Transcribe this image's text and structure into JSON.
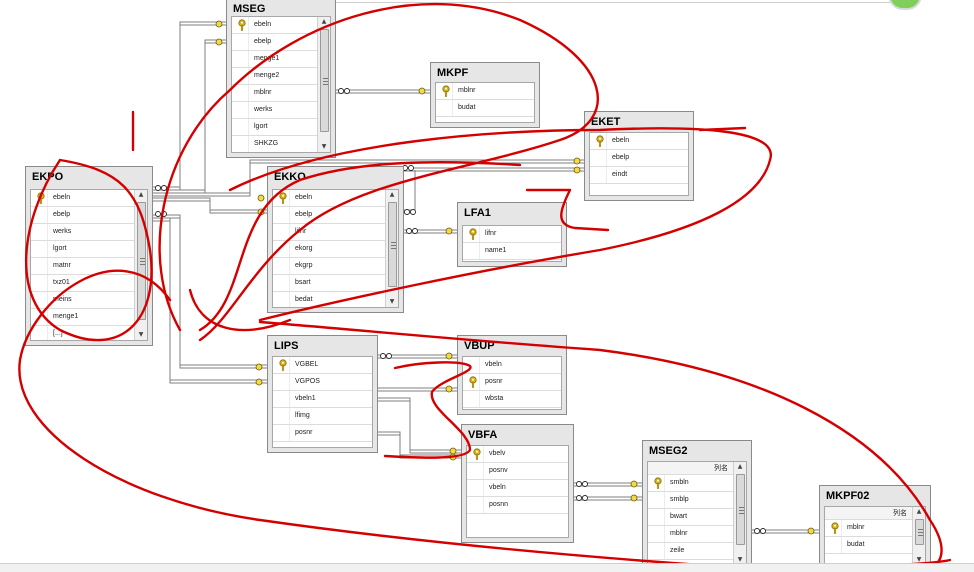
{
  "diagram": {
    "tables": [
      {
        "id": "MSEG",
        "name": "MSEG",
        "fields": [
          "ebeln",
          "ebelp",
          "menge1",
          "menge2",
          "mblnr",
          "werks",
          "lgort",
          "SHKZG"
        ],
        "keys": [
          0
        ],
        "scroll": true
      },
      {
        "id": "MKPF",
        "name": "MKPF",
        "fields": [
          "mblnr",
          "budat"
        ],
        "keys": [
          0
        ],
        "scroll": false
      },
      {
        "id": "EKET",
        "name": "EKET",
        "fields": [
          "ebeln",
          "ebelp",
          "eindt"
        ],
        "keys": [
          0
        ],
        "scroll": false
      },
      {
        "id": "EKPO",
        "name": "EKPO",
        "fields": [
          "ebeln",
          "ebelp",
          "werks",
          "lgort",
          "matnr",
          "txz01",
          "meins",
          "menge1",
          "[...]"
        ],
        "keys": [
          0
        ],
        "scroll": true
      },
      {
        "id": "EKKO",
        "name": "EKKO",
        "fields": [
          "ebeln",
          "ebelp",
          "lifnr",
          "ekorg",
          "ekgrp",
          "bsart",
          "bedat"
        ],
        "keys": [
          0
        ],
        "scroll": true
      },
      {
        "id": "LFA1",
        "name": "LFA1",
        "fields": [
          "lifnr",
          "name1"
        ],
        "keys": [
          0
        ],
        "scroll": false
      },
      {
        "id": "LIPS",
        "name": "LIPS",
        "fields": [
          "VGBEL",
          "VGPOS",
          "vbeln1",
          "lfimg",
          "posnr"
        ],
        "keys": [
          0
        ],
        "scroll": false
      },
      {
        "id": "VBUP",
        "name": "VBUP",
        "fields": [
          "vbeln",
          "posnr",
          "wbsta"
        ],
        "keys": [
          1
        ],
        "scroll": false
      },
      {
        "id": "VBFA",
        "name": "VBFA",
        "fields": [
          "vbelv",
          "posnv",
          "vbeln",
          "posnn"
        ],
        "keys": [
          0
        ],
        "scroll": false
      },
      {
        "id": "MSEG2",
        "name": "MSEG2",
        "header": "列名",
        "fields": [
          "smbln",
          "smblp",
          "bwart",
          "mblnr",
          "zeile"
        ],
        "keys": [
          0
        ],
        "scroll": true
      },
      {
        "id": "MKPF02",
        "name": "MKPF02",
        "header": "列名",
        "fields": [
          "mblnr",
          "budat"
        ],
        "keys": [
          0
        ],
        "scroll": true
      }
    ],
    "relations": [
      {
        "from": "EKPO",
        "to": "MSEG"
      },
      {
        "from": "EKPO",
        "to": "EKKO"
      },
      {
        "from": "EKPO",
        "to": "EKET"
      },
      {
        "from": "EKPO",
        "to": "LIPS"
      },
      {
        "from": "MSEG",
        "to": "MKPF"
      },
      {
        "from": "EKKO",
        "to": "EKET"
      },
      {
        "from": "EKKO",
        "to": "LFA1"
      },
      {
        "from": "LIPS",
        "to": "VBUP"
      },
      {
        "from": "LIPS",
        "to": "VBFA"
      },
      {
        "from": "VBFA",
        "to": "MSEG2"
      },
      {
        "from": "MSEG2",
        "to": "MKPF02"
      }
    ],
    "annotation_color": "#d40000",
    "line_color": "#7f7f7f",
    "key_icon_color": "#d6b21c"
  }
}
